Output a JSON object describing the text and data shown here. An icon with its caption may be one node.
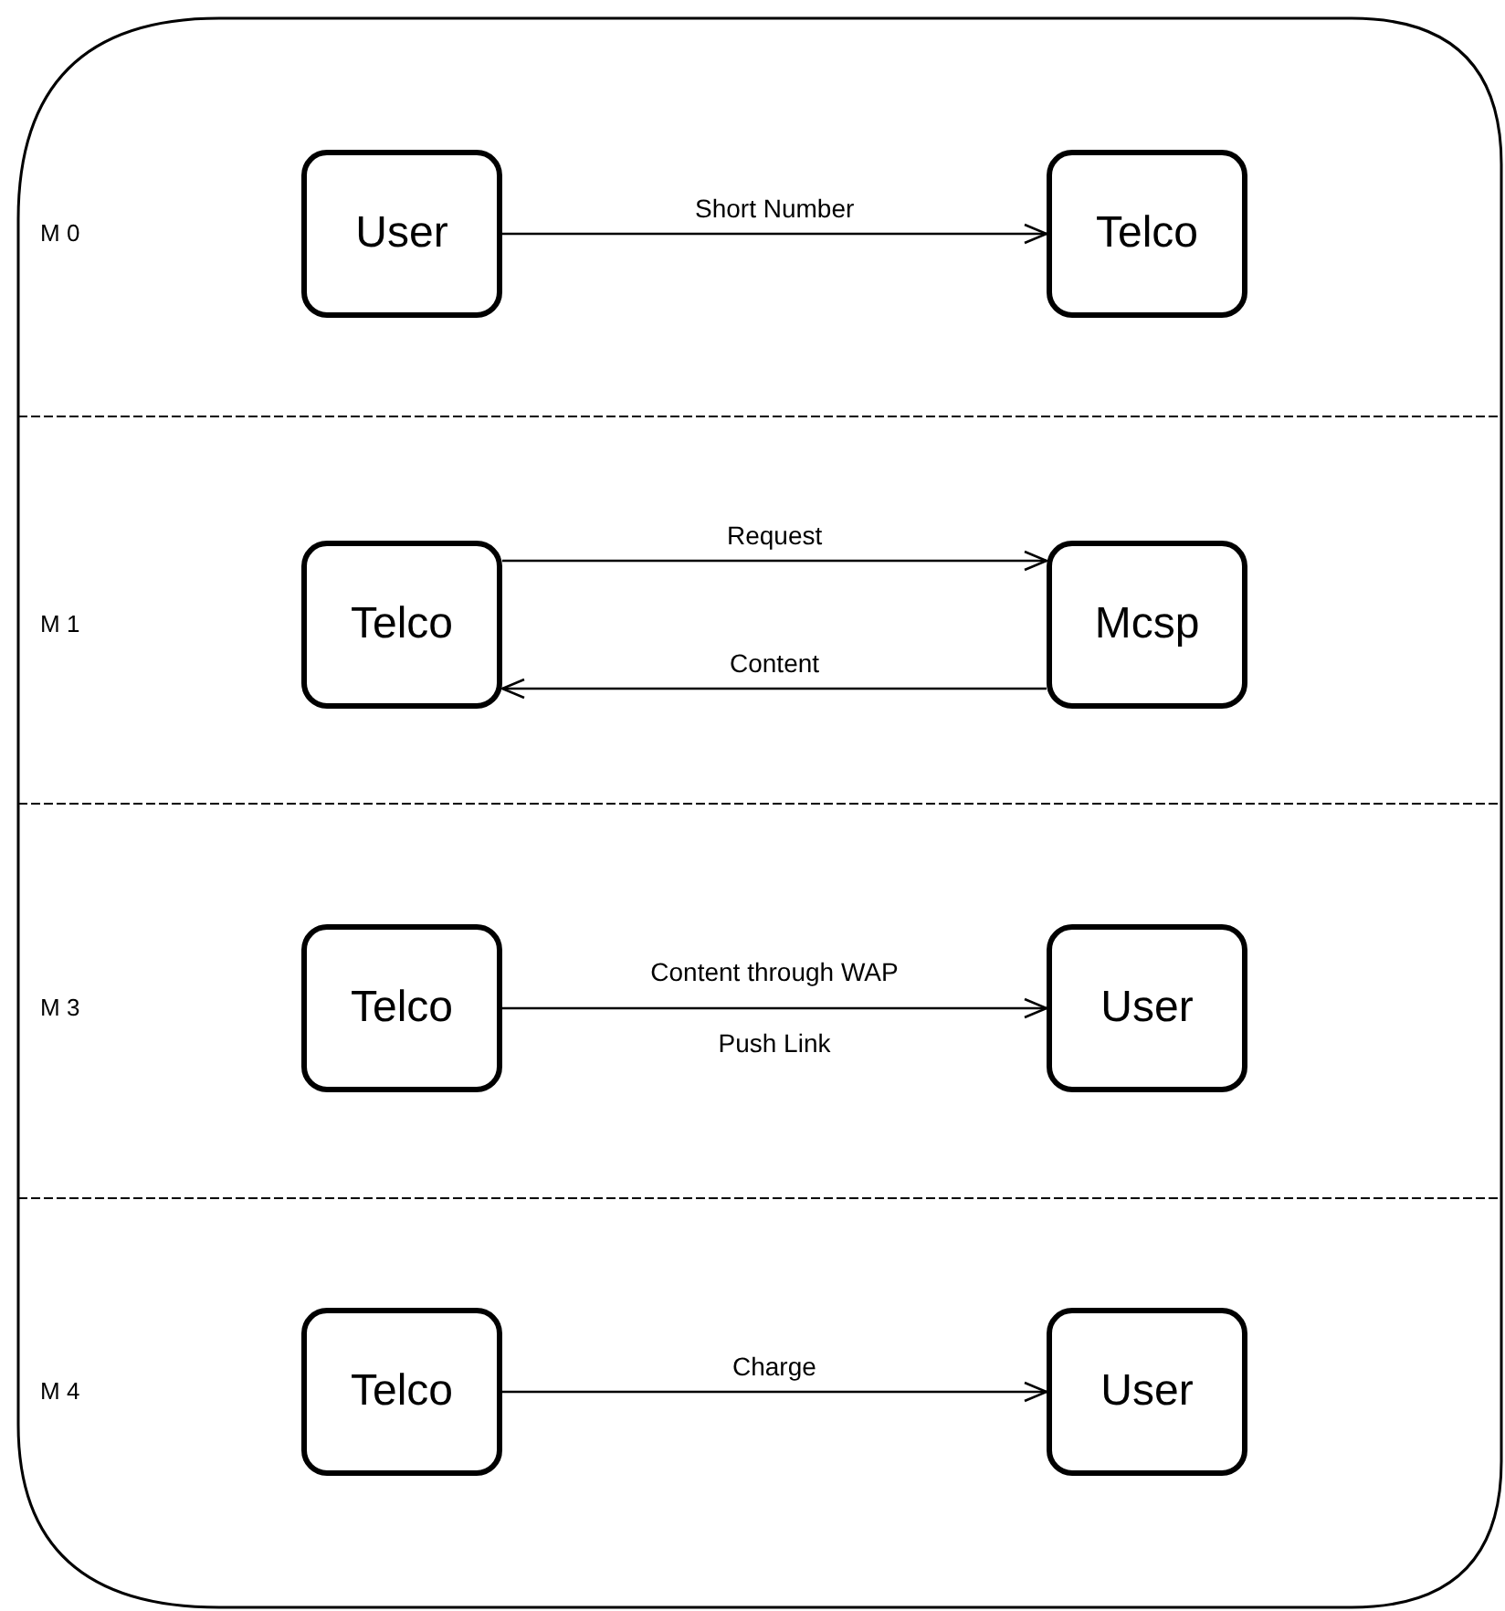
{
  "diagram": {
    "nodes": [
      {
        "text": [
          "User"
        ]
      },
      {
        "text": [
          "Telco"
        ]
      },
      {
        "text": [
          "Telco"
        ]
      },
      {
        "text": [
          "Mcsp"
        ]
      },
      {
        "text": [
          "Telco"
        ]
      },
      {
        "text": [
          "User"
        ]
      },
      {
        "text": [
          "Telco"
        ]
      },
      {
        "text": [
          "User"
        ]
      }
    ],
    "edges": [
      {
        "from": 0,
        "to": 1,
        "arrow": "to",
        "label": "Short Number"
      },
      {
        "from": 2,
        "to": 3,
        "arrow": "to",
        "label": "Request"
      },
      {
        "from": 3,
        "to": 2,
        "arrow": "to",
        "label": "Content"
      },
      {
        "from": 4,
        "to": 5,
        "arrow": "to",
        "label": "Content through WAP Push Link"
      },
      {
        "from": 6,
        "to": 7,
        "arrow": "to",
        "label": "Charge"
      }
    ],
    "labels": [
      "M 0",
      "M 1",
      "M 3",
      "M 4"
    ]
  }
}
